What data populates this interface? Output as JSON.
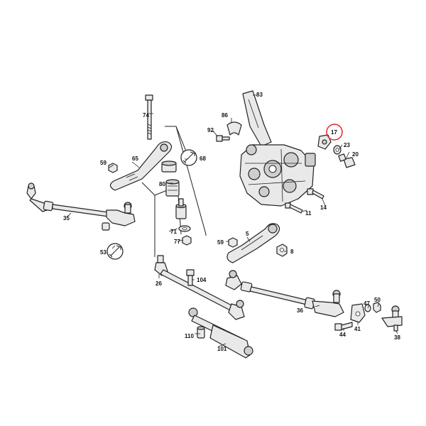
{
  "diagram": {
    "highlight_color": "#e0262f",
    "highlighted_part": "17",
    "callouts": [
      {
        "id": "p83",
        "text": "83"
      },
      {
        "id": "p74",
        "text": "74"
      },
      {
        "id": "p86",
        "text": "86"
      },
      {
        "id": "p92",
        "text": "92"
      },
      {
        "id": "p17",
        "text": "17"
      },
      {
        "id": "p23",
        "text": "23"
      },
      {
        "id": "p20",
        "text": "20"
      },
      {
        "id": "p59a",
        "text": "59"
      },
      {
        "id": "p65",
        "text": "65"
      },
      {
        "id": "p68",
        "text": "68"
      },
      {
        "id": "p80",
        "text": "80"
      },
      {
        "id": "p11",
        "text": "11"
      },
      {
        "id": "p14",
        "text": "14"
      },
      {
        "id": "p35",
        "text": "35"
      },
      {
        "id": "p71",
        "text": "71"
      },
      {
        "id": "p77",
        "text": "77"
      },
      {
        "id": "p5",
        "text": "5"
      },
      {
        "id": "p59b",
        "text": "59"
      },
      {
        "id": "p8",
        "text": "8"
      },
      {
        "id": "p53",
        "text": "53"
      },
      {
        "id": "p104",
        "text": "104"
      },
      {
        "id": "p26",
        "text": "26"
      },
      {
        "id": "p50",
        "text": "50"
      },
      {
        "id": "p47",
        "text": "47"
      },
      {
        "id": "p36",
        "text": "36"
      },
      {
        "id": "p41",
        "text": "41"
      },
      {
        "id": "p44",
        "text": "44"
      },
      {
        "id": "p38",
        "text": "38"
      },
      {
        "id": "p110",
        "text": "110"
      },
      {
        "id": "p101",
        "text": "101"
      }
    ]
  }
}
